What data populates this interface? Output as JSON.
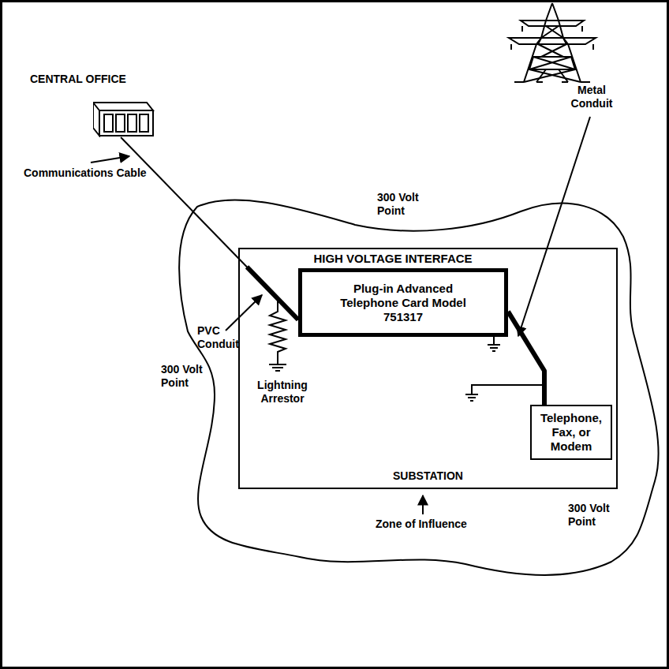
{
  "diagram": {
    "nodes": [
      {
        "text": [
          "CENTRAL OFFICE"
        ]
      },
      {
        "text": [
          "SUBSTATION"
        ]
      },
      {
        "text": [
          "HIGH VOLTAGE INTERFACE",
          "Plug-in Advanced Telephone Card Model 751317"
        ],
        "in": 1
      },
      {
        "text": [
          "Telephone, Fax, or Modem"
        ],
        "in": 1
      }
    ],
    "edges": [
      {
        "from": 0,
        "to": 2,
        "arrow": "none"
      },
      {
        "from": 2,
        "to": 3,
        "arrow": "none"
      }
    ],
    "labels": [
      "Communications Cable",
      "PVC Conduit",
      "Lightning Arrestor",
      "Metal Conduit",
      "300 Volt Point",
      "300 Volt Point",
      "300 Volt Point",
      "Zone of Influence"
    ]
  }
}
